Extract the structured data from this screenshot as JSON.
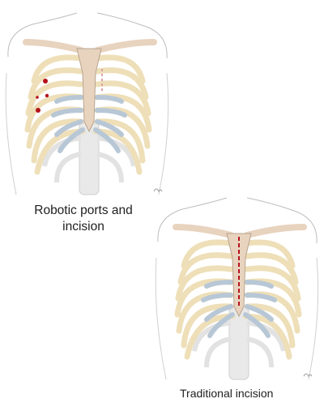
{
  "top_figure": {
    "caption_line1": "Robotic ports and",
    "caption_line2": "incision",
    "port_color": "#b4121b"
  },
  "bottom_figure": {
    "caption": "Traditional incision",
    "incision_color": "#b4121b"
  },
  "colors": {
    "rib_tan": "#eedfb8",
    "cartilage_blue": "#b8c7d6",
    "sternum": "#e8d3bf",
    "outline": "#9a9a9a",
    "spine": "#e6e6e6"
  }
}
